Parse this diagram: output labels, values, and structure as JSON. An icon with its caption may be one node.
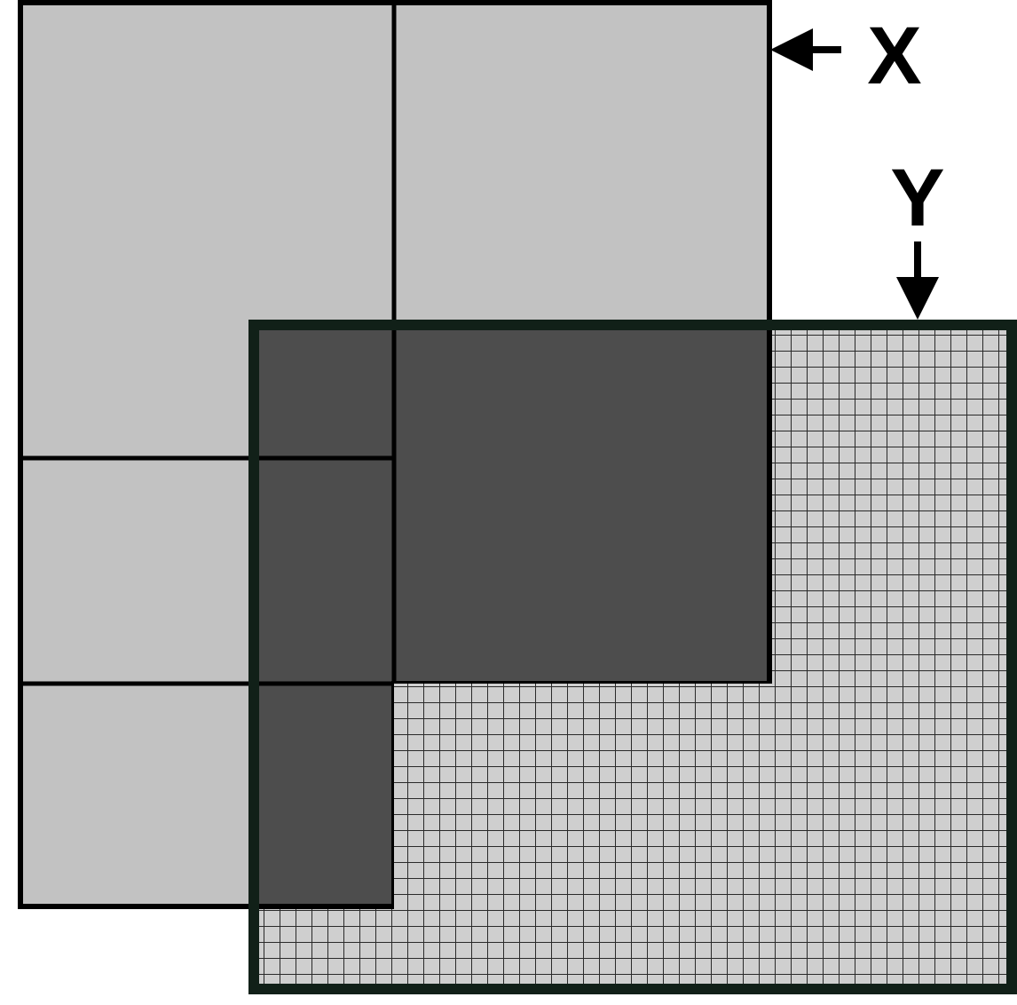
{
  "diagram": {
    "nodes": [
      {
        "text": [],
        "shape": "box"
      },
      {
        "text": [
          "X"
        ]
      },
      {
        "text": [
          "Y"
        ]
      },
      {
        "text": [],
        "shape": "box"
      }
    ],
    "edges": [
      {
        "from": 1,
        "to": 0,
        "arrow": "to"
      },
      {
        "from": 2,
        "to": 3,
        "arrow": "to"
      }
    ]
  }
}
